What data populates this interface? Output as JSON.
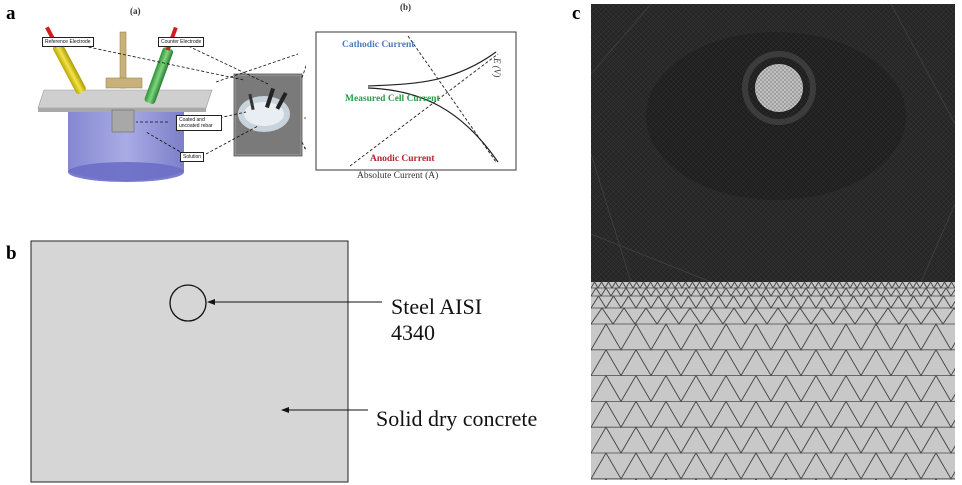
{
  "panels": {
    "a": {
      "letter": "a",
      "sub_a": "(a)",
      "sub_b": "(b)",
      "tags": {
        "reference": "Reference Electrode",
        "counter": "Counter Electrode",
        "rebar": "Coated and uncoated rebar",
        "solution": "Solution"
      }
    },
    "b": {
      "letter": "b",
      "steel_label_line1": "Steel AISI",
      "steel_label_line2": "4340",
      "concrete_label": "Solid dry concrete"
    },
    "c": {
      "letter": "c"
    }
  },
  "plot": {
    "cathodic": "Cathodic Current",
    "measured": "Measured Cell Current",
    "anodic": "Anodic Current",
    "xlabel": "Absolute Current (A)",
    "ylabel": "E (V)"
  },
  "colors": {
    "cathodic": "#4a7bc0",
    "measured": "#2e9a48",
    "anodic": "#b3262b",
    "mesh_dark": "#262626",
    "mesh_light": "#c8c8c8",
    "mesh_line": "#4a4a4a"
  }
}
